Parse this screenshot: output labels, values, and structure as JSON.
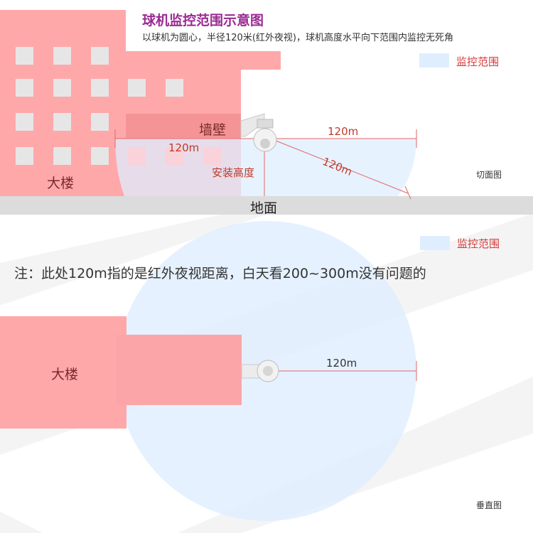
{
  "title": "球机监控范围示意图",
  "subtitle": "以球机为圆心，半径120米(红外夜视)，球机高度水平向下范围内监控无死角",
  "legend": {
    "label": "监控范围",
    "color": "#dfeeff"
  },
  "section_view": {
    "building_label": "大楼",
    "wall_label": "墙壁",
    "ground_label": "地面",
    "install_height_label": "安装高度",
    "distance_left_label": "120m",
    "distance_right_label": "120m",
    "distance_diagonal_label": "120m",
    "view_name": "切面图"
  },
  "note": "注：此处120m指的是红外夜视距离，白天看200~300m没有问题的",
  "top_view": {
    "building_label": "大楼",
    "radius_label": "120m",
    "view_name": "垂直图"
  },
  "colors": {
    "building": "#ffa8aa",
    "window": "#e8e8e8",
    "coverage": "#dfeeff",
    "ground": "#dcdcdc",
    "measure_line": "#e06666",
    "title": "#9a2b93",
    "stripe": "#f5f5f5"
  }
}
